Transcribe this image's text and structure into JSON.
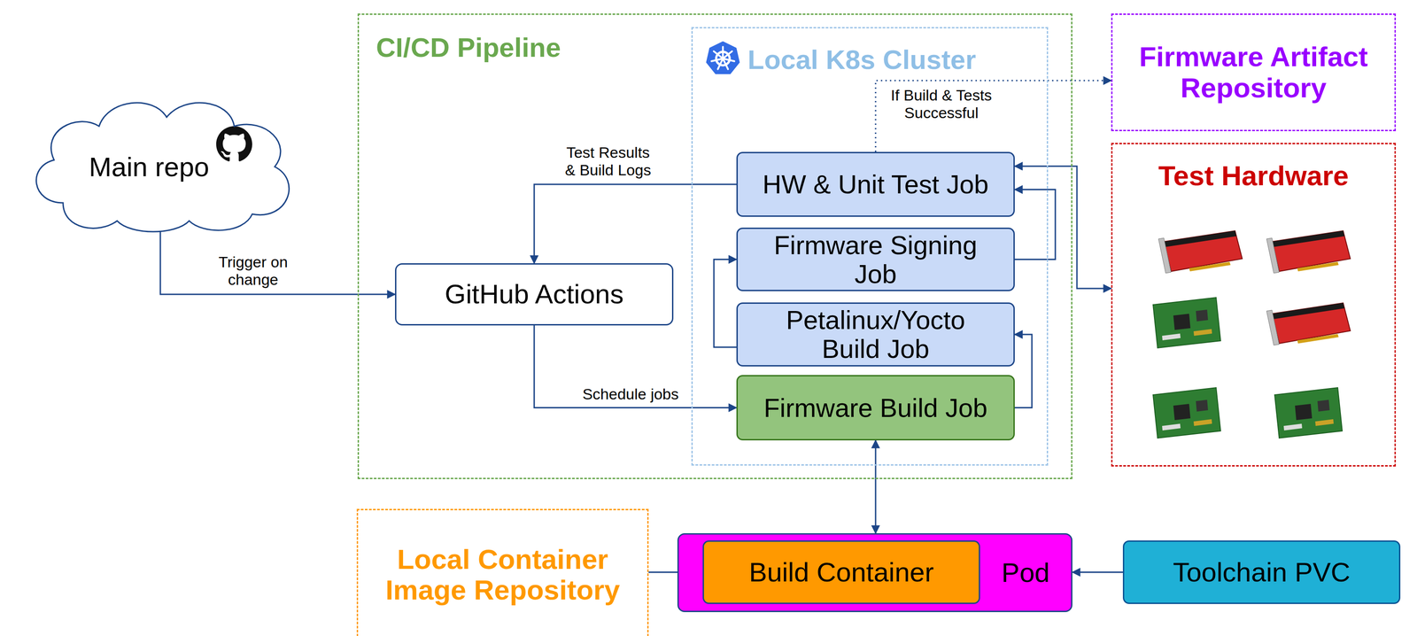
{
  "diagram": {
    "nodes": [
      {
        "text": [
          "Main repo"
        ]
      },
      {
        "text": [
          "CI/CD Pipeline"
        ]
      },
      {
        "text": [
          "GitHub Actions"
        ],
        "in": 1
      },
      {
        "text": [
          "Local K8s Cluster"
        ],
        "in": 1
      },
      {
        "text": [
          "HW & Unit Test Job"
        ],
        "in": 3
      },
      {
        "text": [
          "Firmware Signing Job"
        ],
        "in": 3
      },
      {
        "text": [
          "Petalinux/Yocto Build Job"
        ],
        "in": 3
      },
      {
        "text": [
          "Firmware Build Job"
        ],
        "in": 3
      },
      {
        "text": [
          "Firmware Artifact Repository"
        ]
      },
      {
        "text": [
          "Test Hardware"
        ]
      },
      {
        "text": [
          "Local Container Image Repository"
        ]
      },
      {
        "text": [
          "Pod"
        ]
      },
      {
        "text": [
          "Build Container"
        ],
        "in": 11
      },
      {
        "text": [
          "Toolchain PVC"
        ]
      }
    ],
    "edges": [
      {
        "from": 0,
        "to": 2,
        "label": "Trigger on change",
        "arrow": "to"
      },
      {
        "from": 2,
        "to": 7,
        "label": "Schedule jobs",
        "arrow": "to"
      },
      {
        "from": 7,
        "to": 6,
        "arrow": "to"
      },
      {
        "from": 6,
        "to": 5,
        "arrow": "to"
      },
      {
        "from": 5,
        "to": 4,
        "arrow": "to"
      },
      {
        "from": 4,
        "to": 2,
        "label": "Test Results & Build Logs",
        "arrow": "to"
      },
      {
        "from": 4,
        "to": 9,
        "arrow": "both"
      },
      {
        "from": 4,
        "to": 8,
        "label": "If Build & Tests Successful",
        "arrow": "to"
      },
      {
        "from": 7,
        "to": 11,
        "arrow": "both"
      },
      {
        "from": 10,
        "to": 12,
        "arrow": "to"
      },
      {
        "from": 13,
        "to": 11,
        "arrow": "to"
      }
    ]
  }
}
